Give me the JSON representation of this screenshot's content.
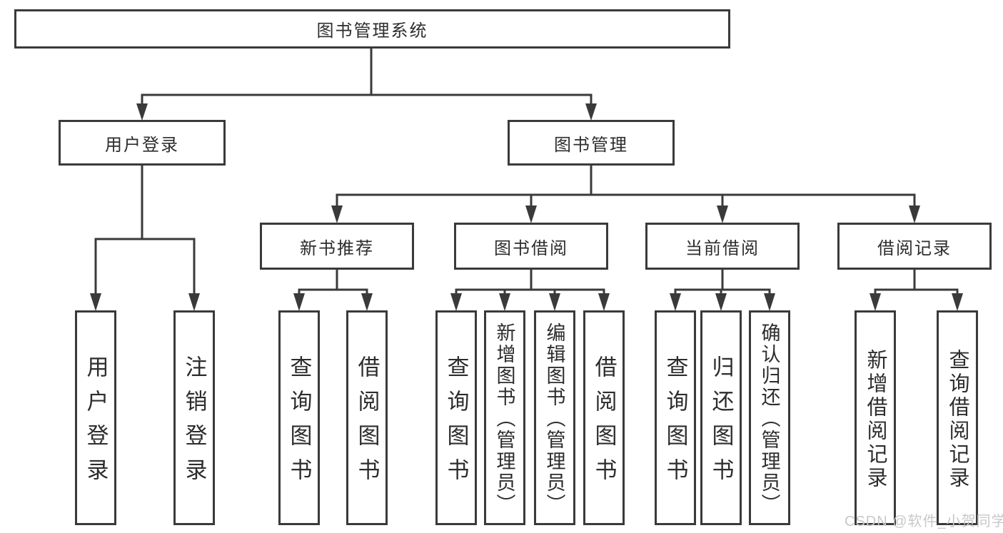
{
  "diagram": {
    "root": "图书管理系统",
    "level2": {
      "user_login": "用户登录",
      "book_mgmt": "图书管理"
    },
    "level3": {
      "new_book": "新书推荐",
      "book_borrow": "图书借阅",
      "current_borrow": "当前借阅",
      "borrow_record": "借阅记录"
    },
    "leaves": {
      "user_login": [
        "用户登录",
        "注销登录"
      ],
      "new_book": [
        "查询图书",
        "借阅图书"
      ],
      "book_borrow": [
        "查询图书",
        "新增图书（管理员）",
        "编辑图书（管理员）",
        "借阅图书"
      ],
      "current_borrow": [
        "查询图书",
        "归还图书",
        "确认归还（管理员）"
      ],
      "borrow_record": [
        "新增借阅记录",
        "查询借阅记录"
      ]
    }
  },
  "watermark": "CSDN @软件_小贺同学",
  "colors": {
    "line": "#3a3a3a",
    "box_border": "#3a3a3a",
    "text": "#2d2d2d",
    "watermark": "#c8c8c8",
    "background": "#ffffff"
  }
}
